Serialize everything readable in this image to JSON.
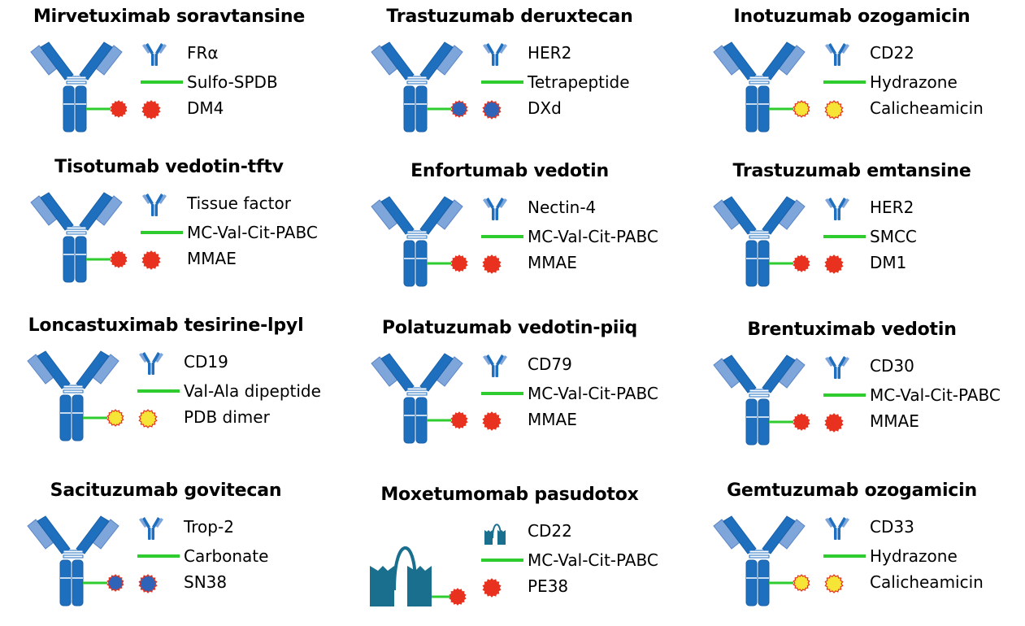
{
  "colors": {
    "antibody_dark": "#1f6fbf",
    "antibody_light": "#7fa6db",
    "linker": "#2fcc2f",
    "payload_red": "#e8321f",
    "payload_yellow": "#f6e536",
    "payload_blue": "#2f63b8",
    "immunotoxin": "#1a6f8e"
  },
  "panels": [
    {
      "title": "Mirvetuximab soravtansine",
      "target": "FRα",
      "linker": "Sulfo-SPDB",
      "payload": "DM4",
      "payload_color": "red",
      "carrier": "antibody"
    },
    {
      "title": "Trastuzumab deruxtecan",
      "target": "HER2",
      "linker": "Tetrapeptide",
      "payload": "DXd",
      "payload_color": "blue",
      "carrier": "antibody"
    },
    {
      "title": "Inotuzumab ozogamicin",
      "target": "CD22",
      "linker": "Hydrazone",
      "payload": "Calicheamicin",
      "payload_color": "yellow",
      "carrier": "antibody"
    },
    {
      "title": "Tisotumab vedotin-tftv",
      "target": "Tissue  factor",
      "linker": "MC-Val-Cit-PABC",
      "payload": "MMAE",
      "payload_color": "red",
      "carrier": "antibody"
    },
    {
      "title": "Enfortumab vedotin",
      "target": "Nectin-4",
      "linker": "MC-Val-Cit-PABC",
      "payload": "MMAE",
      "payload_color": "red",
      "carrier": "antibody"
    },
    {
      "title": "Trastuzumab emtansine",
      "target": "HER2",
      "linker": "SMCC",
      "payload": "DM1",
      "payload_color": "red",
      "carrier": "antibody"
    },
    {
      "title": "Loncastuximab tesirine-lpyl",
      "target": "CD19",
      "linker": "Val-Ala dipeptide",
      "payload": "PDB dimer",
      "payload_color": "yellow",
      "carrier": "antibody"
    },
    {
      "title": "Polatuzumab vedotin-piiq",
      "target": "CD79",
      "linker": "MC-Val-Cit-PABC",
      "payload": "MMAE",
      "payload_color": "red",
      "carrier": "antibody"
    },
    {
      "title": "Brentuximab vedotin",
      "target": "CD30",
      "linker": "MC-Val-Cit-PABC",
      "payload": "MMAE",
      "payload_color": "red",
      "carrier": "antibody"
    },
    {
      "title": "Sacituzumab govitecan",
      "target": "Trop-2",
      "linker": "Carbonate",
      "payload": "SN38",
      "payload_color": "blue",
      "carrier": "antibody"
    },
    {
      "title": "Moxetumomab pasudotox",
      "target": "CD22",
      "linker": "MC-Val-Cit-PABC",
      "payload": "PE38",
      "payload_color": "red",
      "carrier": "immunotoxin"
    },
    {
      "title": "Gemtuzumab ozogamicin",
      "target": "CD33",
      "linker": "Hydrazone",
      "payload": "Calicheamicin",
      "payload_color": "yellow",
      "carrier": "antibody"
    }
  ]
}
